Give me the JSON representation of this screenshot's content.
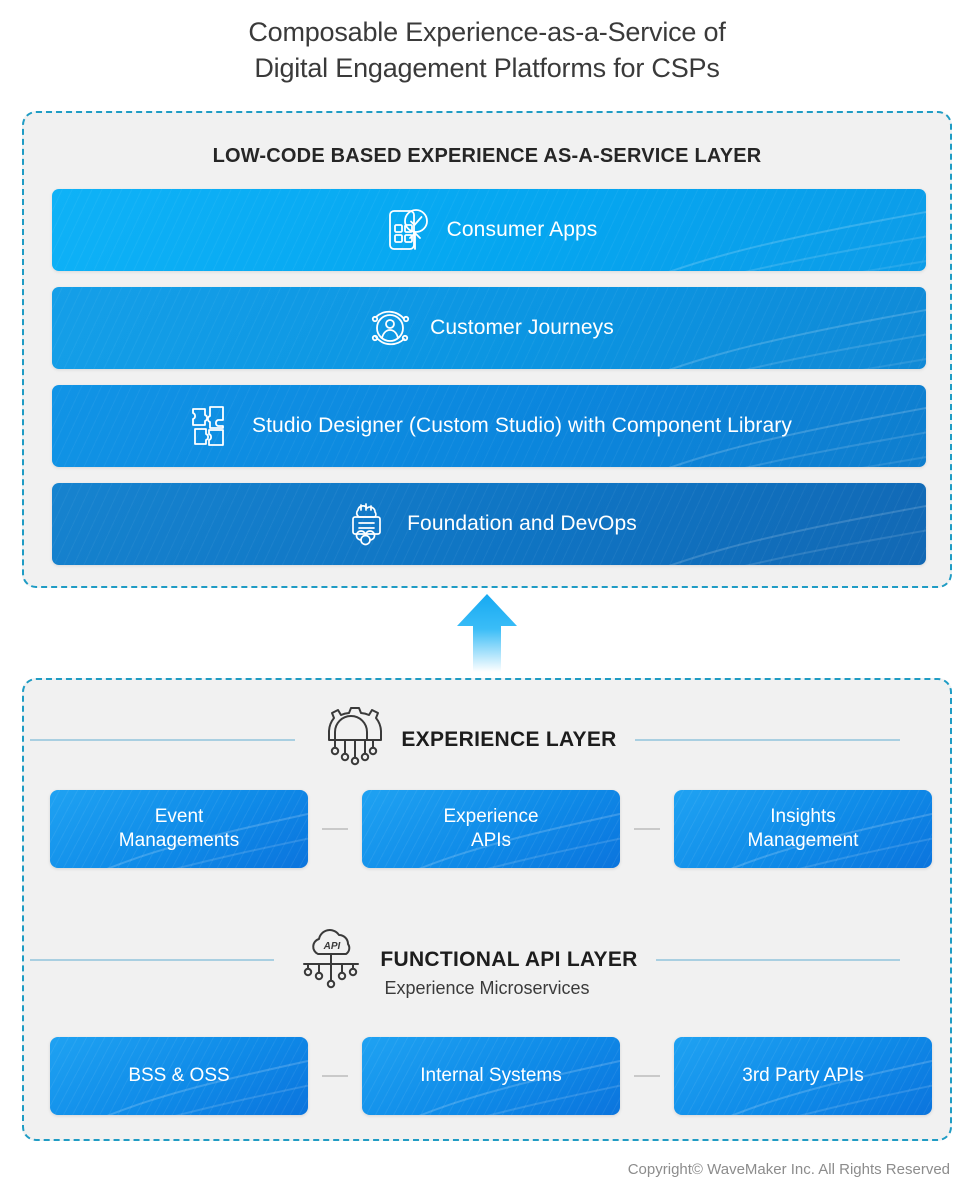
{
  "title": {
    "line1": "Composable Experience-as-a-Service of",
    "line2": "Digital Engagement Platforms for CSPs"
  },
  "top_panel": {
    "heading": "LOW-CODE BASED EXPERIENCE AS-A-SERVICE LAYER",
    "bars": [
      {
        "label": "Consumer Apps",
        "icon": "mobile-app-check-icon"
      },
      {
        "label": "Customer Journeys",
        "icon": "user-orbit-icon"
      },
      {
        "label": "Studio Designer (Custom Studio) with Component Library",
        "icon": "puzzle-pieces-icon"
      },
      {
        "label": "Foundation and DevOps",
        "icon": "server-infinity-icon"
      }
    ]
  },
  "arrow": {
    "name": "up-arrow",
    "direction": "up"
  },
  "bottom_panel": {
    "experience_layer": {
      "title": "EXPERIENCE LAYER",
      "icon": "gear-nodes-icon",
      "cards": [
        {
          "label": "Event\nManagements"
        },
        {
          "label": "Experience\nAPIs"
        },
        {
          "label": "Insights\nManagement"
        }
      ]
    },
    "functional_api_layer": {
      "title": "FUNCTIONAL API LAYER",
      "subtitle": "Experience Microservices",
      "icon": "api-cloud-nodes-icon",
      "icon_label": "API",
      "cards": [
        {
          "label": "BSS & OSS"
        },
        {
          "label": "Internal Systems"
        },
        {
          "label": "3rd Party APIs"
        }
      ]
    }
  },
  "footer": {
    "copyright": "Copyright© WaveMaker Inc. All Rights Reserved"
  },
  "colors": {
    "panel_border": "#1f9cc4",
    "panel_background": "#f1f1f1",
    "rule": "#a9cfe1",
    "card_blue_light": "#1fa2f2",
    "card_blue_dark": "#0b74dd",
    "title_text": "#3a3a3a",
    "footer_text": "#8c8c8c"
  }
}
